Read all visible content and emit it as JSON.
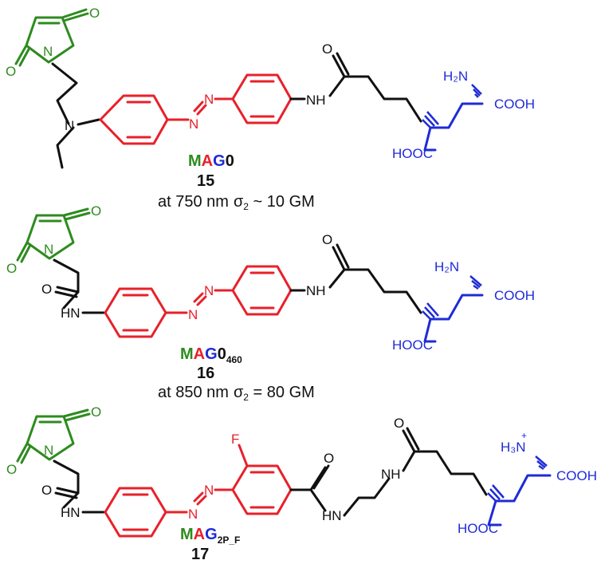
{
  "colors": {
    "maleimide": "#2e8b1f",
    "azobenzene": "#e8202a",
    "glutamate": "#1f2bd6",
    "linker": "#111111"
  },
  "compounds": [
    {
      "name_parts": [
        "M",
        "A",
        "G",
        "0"
      ],
      "name_sub": "",
      "number": "15",
      "caption_prefix": "at 750 nm",
      "caption_symbol": "σ",
      "caption_symbol_sub": "2",
      "caption_suffix": " ~ 10 GM",
      "atoms": {
        "o1": "O",
        "o2": "O",
        "n_imide": "N",
        "n_amine": "N",
        "n_azo1": "N",
        "n_azo2": "N",
        "amide_o": "O",
        "amide_nh": "NH",
        "nh2": "H₂N",
        "cooh1": "COOH",
        "cooh2": "HOOC"
      }
    },
    {
      "name_parts": [
        "M",
        "A",
        "G",
        "0"
      ],
      "name_sub": "460",
      "number": "16",
      "caption_prefix": "at 850 nm",
      "caption_symbol": "σ",
      "caption_symbol_sub": "2",
      "caption_suffix": " = 80 GM",
      "atoms": {
        "o1": "O",
        "o2": "O",
        "n_imide": "N",
        "o3": "O",
        "hn1": "HN",
        "n_azo1": "N",
        "n_azo2": "N",
        "amide_o": "O",
        "amide_nh": "NH",
        "nh2": "H₂N",
        "cooh1": "COOH",
        "cooh2": "HOOC"
      }
    },
    {
      "name_parts": [
        "M",
        "A",
        "G",
        "",
        ""
      ],
      "name_sub": "2P_F",
      "number": "17",
      "atoms": {
        "o1": "O",
        "o2": "O",
        "n_imide": "N",
        "o3": "O",
        "hn1": "HN",
        "n_azo1": "N",
        "n_azo2": "N",
        "f": "F",
        "o4": "O",
        "hn2": "HN",
        "nh": "NH",
        "amide_o": "O",
        "nh3": "H₃N",
        "plus": "+",
        "cooh1": "COOH",
        "cooh2": "HOOC"
      }
    }
  ]
}
